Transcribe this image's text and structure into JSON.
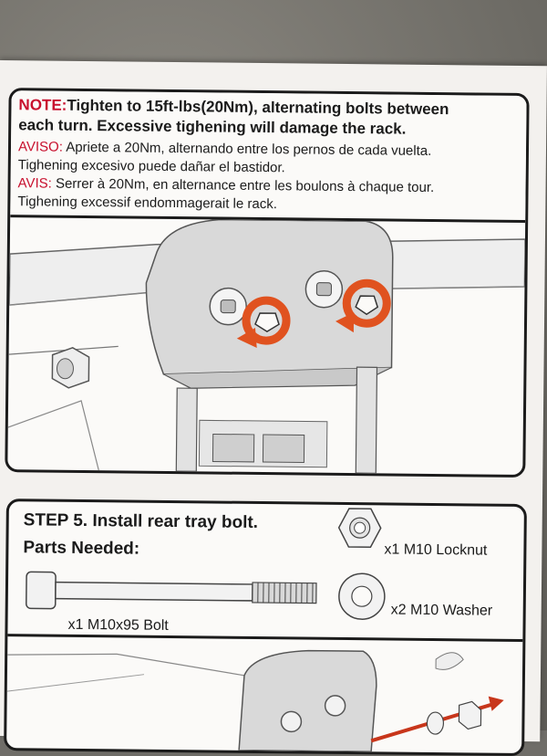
{
  "note": {
    "en_label": "NOTE:",
    "en_line1": "Tighten to 15ft-lbs(20Nm), alternating bolts between",
    "en_line2": "each turn. Excessive tighening will damage the rack.",
    "es_label": "AVISO:",
    "es_line1": " Apriete a 20Nm, alternando entre los pernos de cada vuelta.",
    "es_line2": "Tighening excesivo puede dañar el bastidor.",
    "fr_label": "AVIS:",
    "fr_line1": " Serrer à 20Nm, en alternance entre les boulons à chaque tour.",
    "fr_line2": "Tighening excessif endommagerait le rack."
  },
  "step5": {
    "number": "STEP 5.",
    "title": " Install rear tray bolt.",
    "parts_heading": "Parts Needed:",
    "bolt_label": "x1 M10x95 Bolt",
    "locknut_label": "x1 M10 Locknut",
    "washer_label": "x2 M10 Washer"
  },
  "colors": {
    "accent_red": "#c8102e",
    "arrow_orange": "#e0521f",
    "line_dark": "#1b1b1b"
  }
}
